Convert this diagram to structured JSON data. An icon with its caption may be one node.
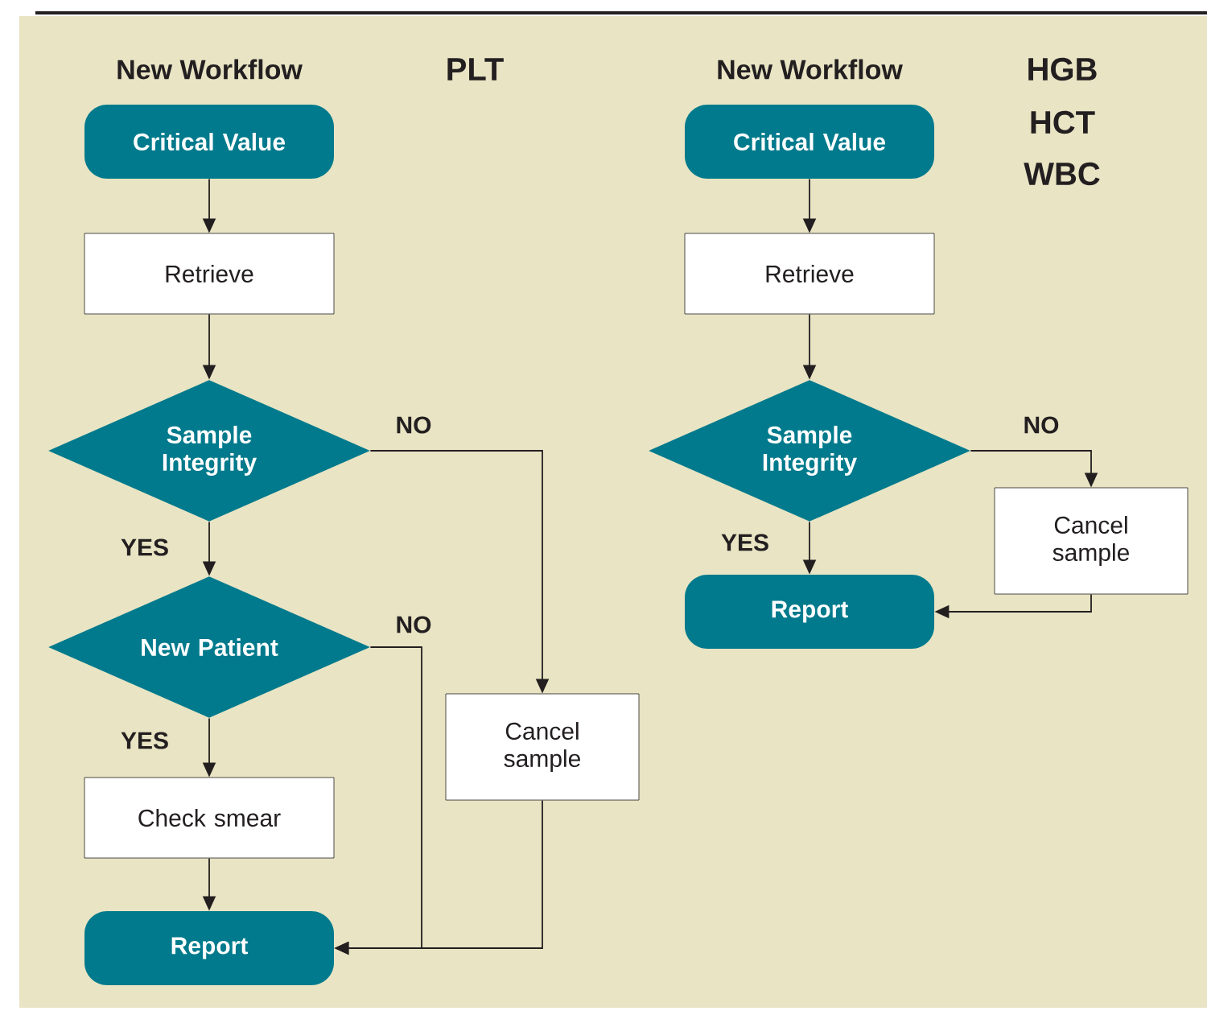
{
  "diagram": {
    "nodes": [
      {
        "text": [
          "Critical Value"
        ]
      },
      {
        "text": [
          "Retrieve"
        ]
      },
      {
        "text": [
          "Sample Integrity"
        ]
      },
      {
        "text": [
          "New Patient"
        ]
      },
      {
        "text": [
          "Cancel sample"
        ]
      },
      {
        "text": [
          "Check smear"
        ]
      },
      {
        "text": [
          "Report"
        ]
      },
      {
        "text": [
          "Critical Value"
        ]
      },
      {
        "text": [
          "Retrieve"
        ]
      },
      {
        "text": [
          "Sample Integrity"
        ]
      },
      {
        "text": [
          "Cancel sample"
        ]
      },
      {
        "text": [
          "Report"
        ]
      }
    ],
    "edges": [
      {
        "from": 0,
        "to": 1,
        "arrow": "to"
      },
      {
        "from": 1,
        "to": 2,
        "arrow": "to"
      },
      {
        "from": 2,
        "to": 3,
        "arrow": "to",
        "label": "YES"
      },
      {
        "from": 2,
        "to": 4,
        "arrow": "to",
        "label": "NO"
      },
      {
        "from": 3,
        "to": 5,
        "arrow": "to",
        "label": "YES"
      },
      {
        "from": 3,
        "to": 6,
        "arrow": "to",
        "label": "NO"
      },
      {
        "from": 5,
        "to": 6,
        "arrow": "to"
      },
      {
        "from": 4,
        "to": 6,
        "arrow": "to"
      },
      {
        "from": 7,
        "to": 8,
        "arrow": "to"
      },
      {
        "from": 8,
        "to": 9,
        "arrow": "to"
      },
      {
        "from": 9,
        "to": 11,
        "arrow": "to",
        "label": "YES"
      },
      {
        "from": 9,
        "to": 10,
        "arrow": "to",
        "label": "NO"
      },
      {
        "from": 10,
        "to": 11,
        "arrow": "to"
      }
    ],
    "labels": [
      "New Workflow",
      "PLT",
      "New Workflow",
      "HGB",
      "HCT",
      "WBC"
    ]
  }
}
